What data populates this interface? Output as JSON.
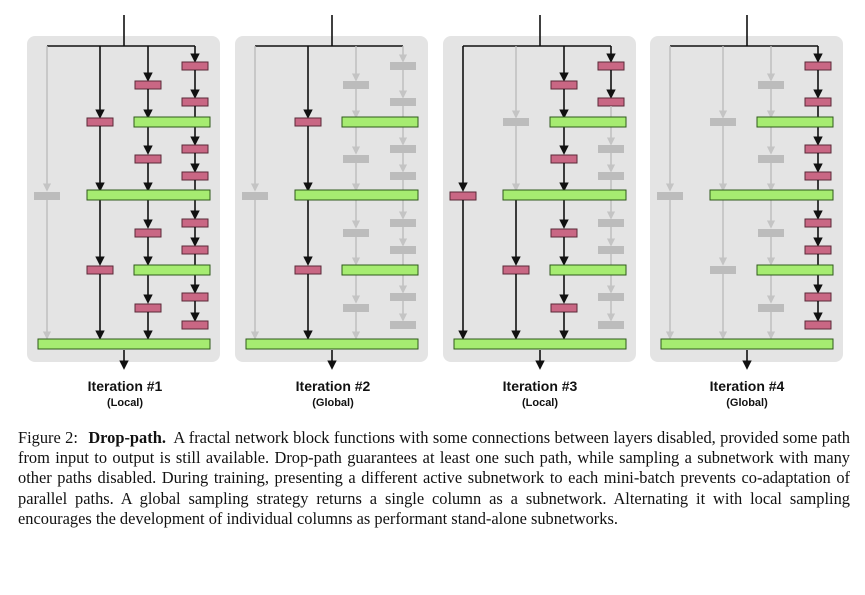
{
  "panels": [
    {
      "label": "Iteration #1",
      "sub": "(Local)"
    },
    {
      "label": "Iteration #2",
      "sub": "(Global)"
    },
    {
      "label": "Iteration #3",
      "sub": "(Local)"
    },
    {
      "label": "Iteration #4",
      "sub": "(Global)"
    }
  ],
  "caption": {
    "figure": "Figure 2:",
    "title": "Drop-path.",
    "text": "A fractal network block functions with some connections between layers disabled, provided some path from input to output is still available. Drop-path guarantees at least one such path, while sampling a subnetwork with many other paths disabled. During training, presenting a different active subnetwork to each mini-batch prevents co-adaptation of parallel paths. A global sampling strategy returns a single column as a subnetwork. Alternating it with local sampling encourages the development of individual columns as performant stand-alone subnetworks."
  },
  "colors": {
    "panel_bg": "#e4e4e4",
    "join_active": "#a6ec71",
    "conv_active": "#c96784",
    "inactive": "#bcbcbc",
    "line_active": "#111111"
  },
  "active": [
    {
      "joins": [
        0,
        1,
        2,
        3
      ],
      "c0": [],
      "c1": [
        0,
        1
      ],
      "c2": [
        0,
        1
      ],
      "c3": [
        0,
        1,
        2,
        3,
        4,
        5,
        6,
        7
      ]
    },
    {
      "joins": [
        0,
        1,
        2,
        3
      ],
      "c0": [],
      "c1": [
        0,
        1
      ],
      "c2": [],
      "c3": []
    },
    {
      "joins": [
        0,
        1,
        2,
        3
      ],
      "c0": [
        0
      ],
      "c1": [
        1
      ],
      "c2": [
        0,
        1
      ],
      "c3": [
        0,
        1
      ]
    },
    {
      "joins": [
        0,
        1,
        2,
        3
      ],
      "c0": [],
      "c1": [],
      "c2": [],
      "c3": [
        0,
        1,
        2,
        3,
        4,
        5,
        6,
        7
      ]
    }
  ]
}
